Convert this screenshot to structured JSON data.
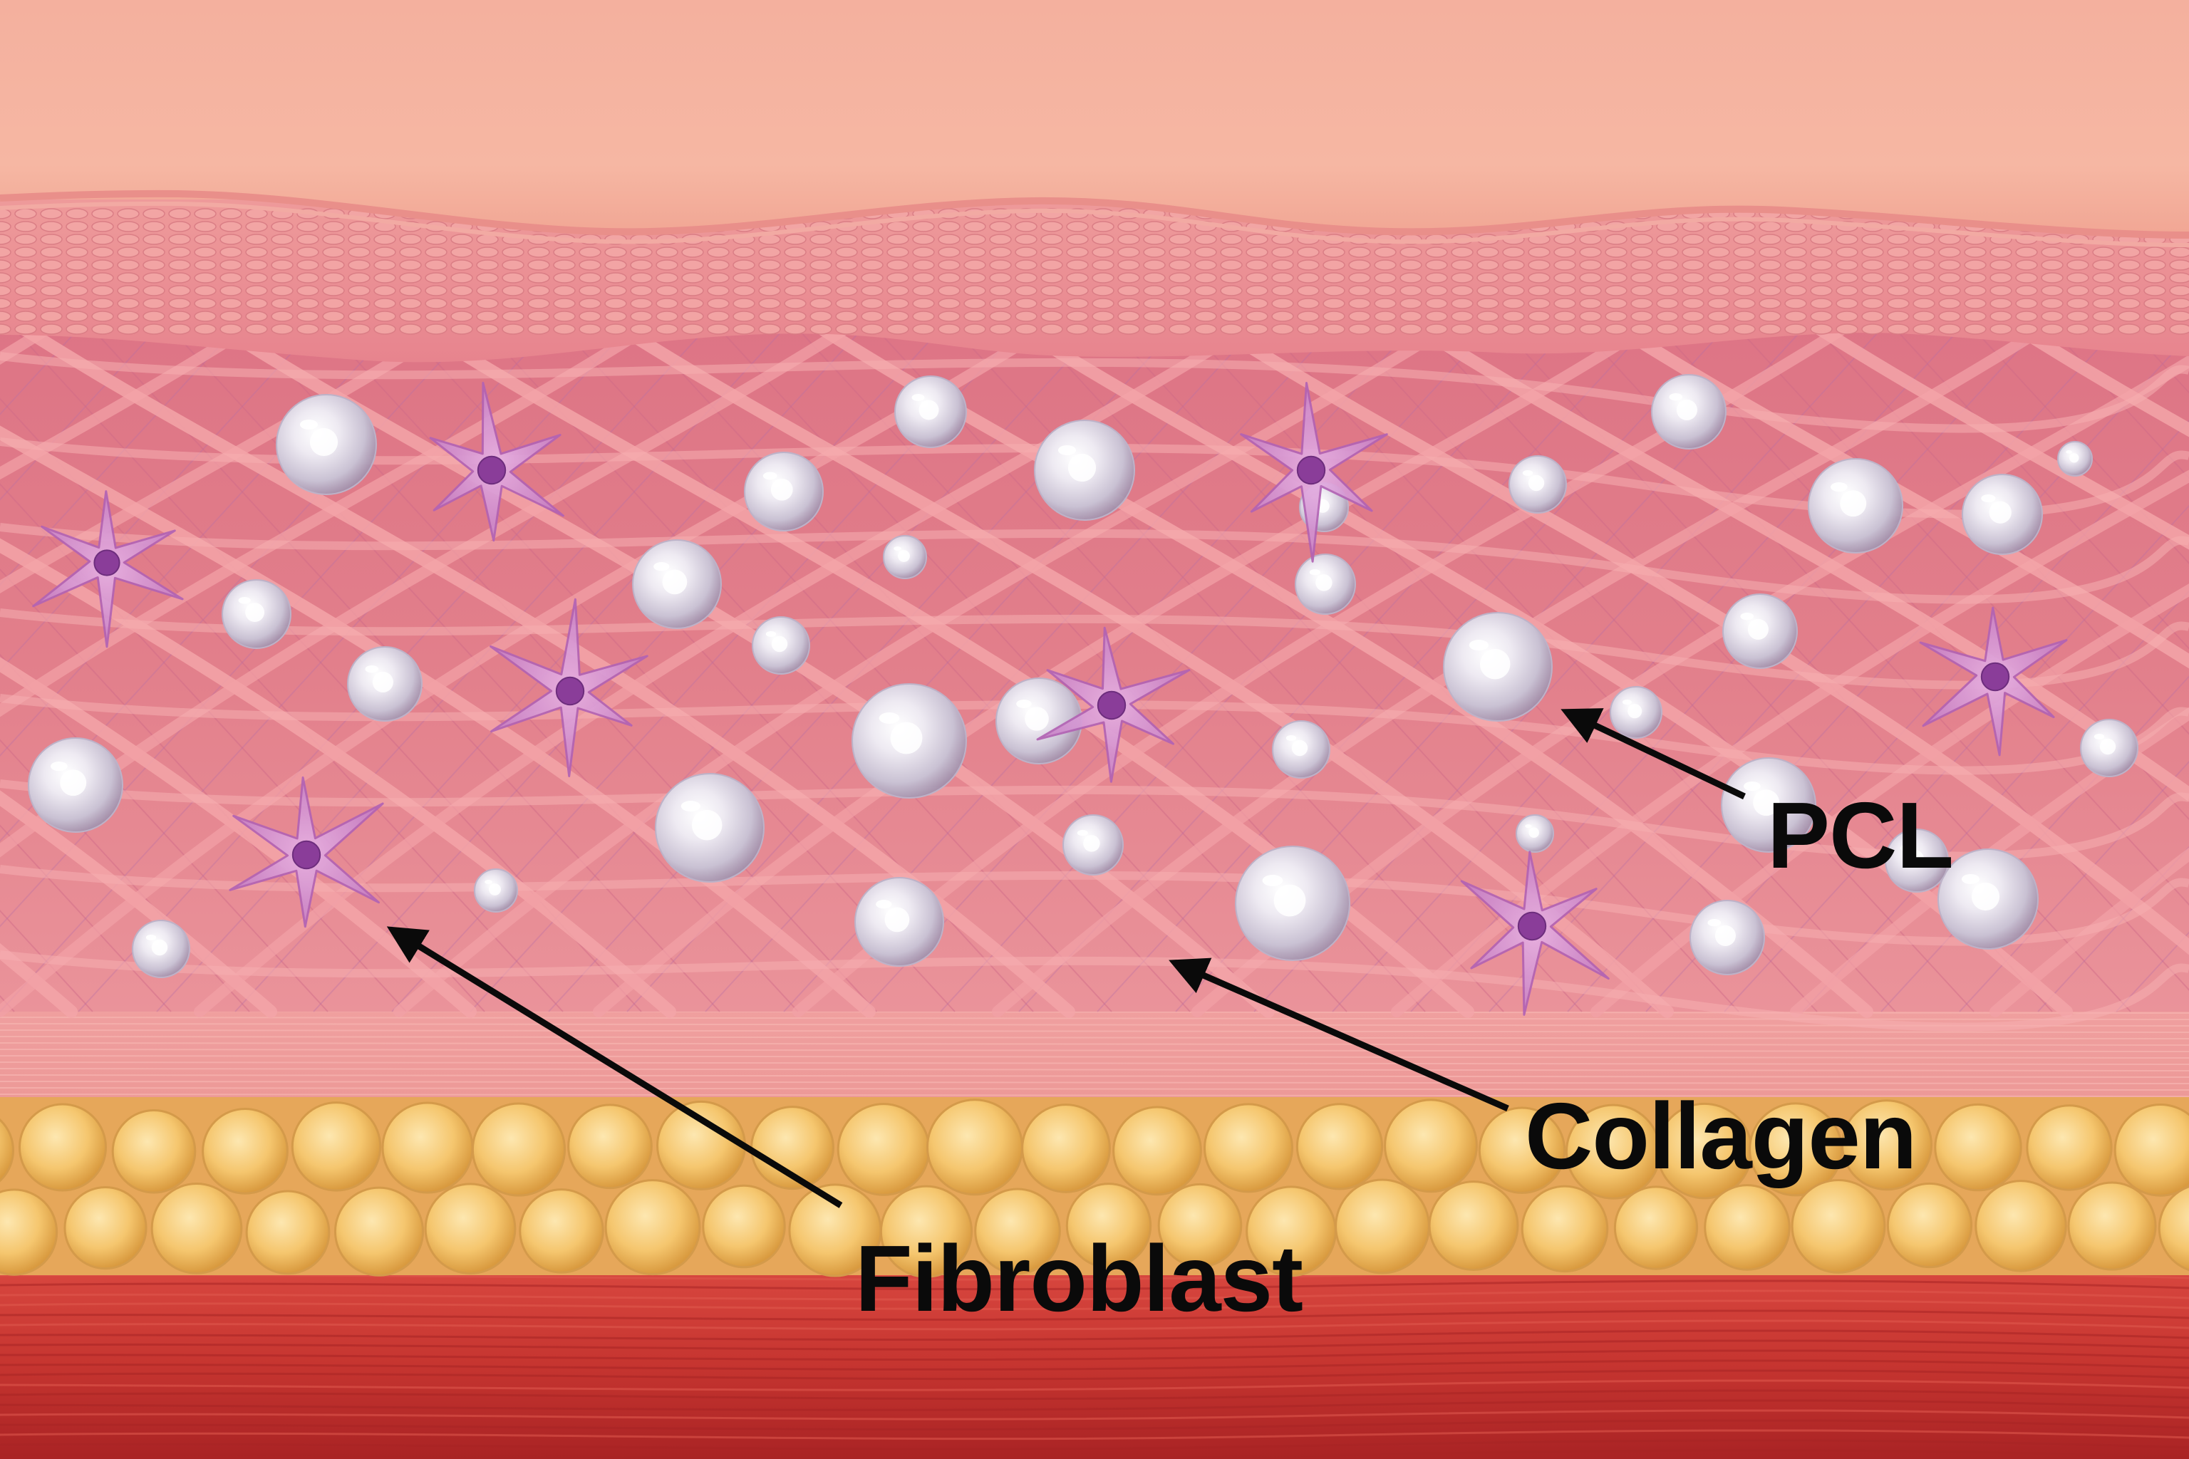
{
  "labels": {
    "pcl": "PCL",
    "collagen": "Collagen",
    "fibroblast": "Fibroblast"
  },
  "colors": {
    "epidermis": "#f7b8a4",
    "dermis_upper": "#e98b92",
    "dermis_mesh": "#e47e8c",
    "collagen_fiber": "#f3a3a6",
    "fibroblast": "#c77ac4",
    "fibroblast_nucleus": "#8a3d99",
    "pcl_sphere": "#e9e4ef",
    "fat": "#f4c46c",
    "muscle": "#c33631",
    "arrow": "#0a0a0a"
  }
}
